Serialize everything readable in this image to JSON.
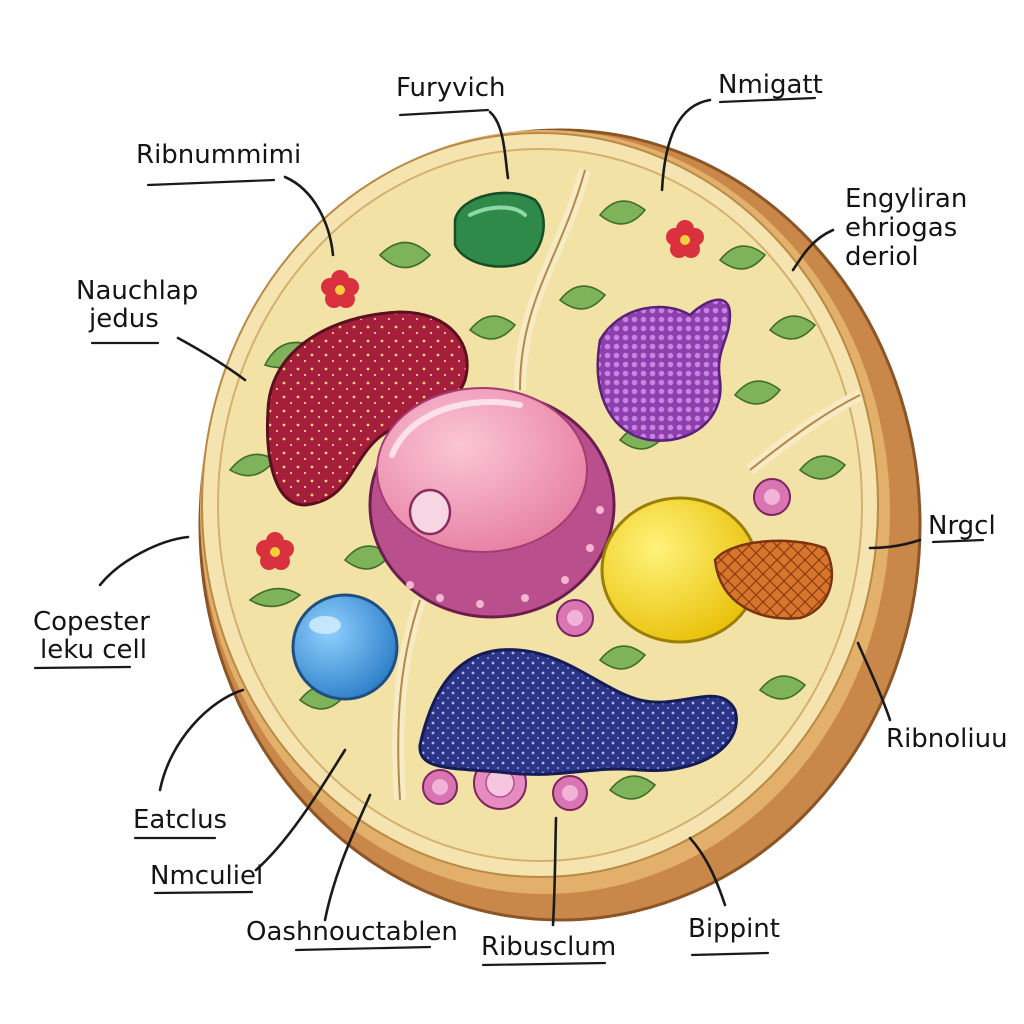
{
  "diagram": {
    "labels": [
      {
        "id": "furyvich",
        "text": "Furyvich"
      },
      {
        "id": "nmigatt",
        "text": "Nmigatt"
      },
      {
        "id": "ribnummimi",
        "text": "Ribnummimi"
      },
      {
        "id": "engyliran-1",
        "text": "Engyliran"
      },
      {
        "id": "engyliran-2",
        "text": "ehriogas"
      },
      {
        "id": "engyliran-3",
        "text": "deriol"
      },
      {
        "id": "nauchlap-1",
        "text": "Nauchlap"
      },
      {
        "id": "nauchlap-2",
        "text": "jedus"
      },
      {
        "id": "nrgcl",
        "text": "Nrgcl"
      },
      {
        "id": "copester-1",
        "text": "Copester"
      },
      {
        "id": "copester-2",
        "text": "leku cell"
      },
      {
        "id": "ribnoliuu",
        "text": "Ribnoliuu"
      },
      {
        "id": "eatclus",
        "text": "Eatclus"
      },
      {
        "id": "nmculiel",
        "text": "Nmculiel"
      },
      {
        "id": "oashnouctablen",
        "text": "Oashnouctablen"
      },
      {
        "id": "ribusclum",
        "text": "Ribusclum"
      },
      {
        "id": "bippint",
        "text": "Bippint"
      }
    ]
  },
  "colors": {
    "cytoplasm": "#f3e2a6",
    "outer_wall": "#c9874a",
    "membrane": "#e9cf86",
    "leaf_green": "#7fb35a",
    "nucleus_pink": "#f29bb5",
    "nucleus_purple": "#b9508d",
    "red_organelle": "#a3203a",
    "purple_granule": "#9b4fb5",
    "blue_vacuole": "#4a95d8",
    "yellow_body": "#f2d21a",
    "orange_mesh": "#cf6a26",
    "navy_er": "#2f3a8f",
    "green_gem": "#2f8a4a",
    "ink": "#141414"
  },
  "icons": [
    "flower-icon",
    "leaf-icon"
  ]
}
